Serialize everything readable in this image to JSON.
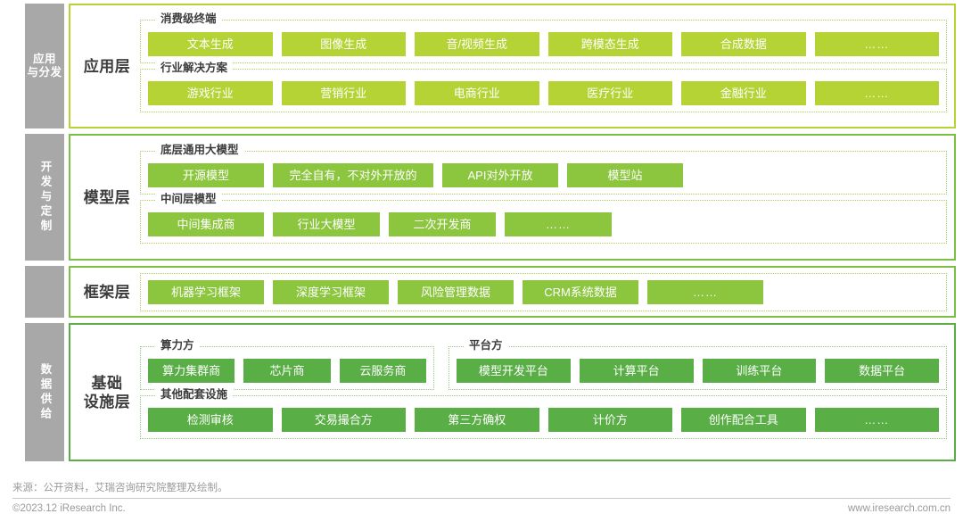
{
  "colors": {
    "light_green": "#b5d334",
    "mid_green": "#8cc63f",
    "dark_green": "#5aae46",
    "sidebar_gray": "#a8a8a8",
    "text_gray": "#3c3c3c",
    "footer_gray": "#9a9a9a"
  },
  "sidebar": {
    "items": [
      {
        "id": "application-distribution",
        "line1": "应用",
        "line2": "与分发"
      },
      {
        "id": "development-customization",
        "label": "开发与定制"
      },
      {
        "id": "data-supply",
        "label": "数据供给"
      }
    ]
  },
  "layers": {
    "application": {
      "title": "应用层",
      "groups": [
        {
          "id": "consumer-terminal",
          "label": "消费级终端",
          "items": [
            "文本生成",
            "图像生成",
            "音/视频生成",
            "跨模态生成",
            "合成数据",
            "……"
          ]
        },
        {
          "id": "industry-solution",
          "label": "行业解决方案",
          "items": [
            "游戏行业",
            "营销行业",
            "电商行业",
            "医疗行业",
            "金融行业",
            "……"
          ]
        }
      ]
    },
    "model": {
      "title": "模型层",
      "groups": [
        {
          "id": "foundation-model",
          "label": "底层通用大模型",
          "items": [
            "开源模型",
            "完全自有，不对外开放的",
            "API对外开放",
            "模型站"
          ]
        },
        {
          "id": "middle-layer-model",
          "label": "中间层模型",
          "items": [
            "中间集成商",
            "行业大模型",
            "二次开发商",
            "……"
          ]
        }
      ]
    },
    "framework": {
      "title": "框架层",
      "groups": [
        {
          "id": "framework-items",
          "label": "",
          "items": [
            "机器学习框架",
            "深度学习框架",
            "风险管理数据",
            "CRM系统数据",
            "……"
          ]
        }
      ]
    },
    "infrastructure": {
      "title_line1": "基础",
      "title_line2": "设施层",
      "groups": [
        {
          "id": "compute-provider",
          "label": "算力方",
          "items": [
            "算力集群商",
            "芯片商",
            "云服务商"
          ]
        },
        {
          "id": "platform-provider",
          "label": "平台方",
          "items": [
            "模型开发平台",
            "计算平台",
            "训练平台",
            "数据平台"
          ]
        },
        {
          "id": "other-facilities",
          "label": "其他配套设施",
          "items": [
            "检测审核",
            "交易撮合方",
            "第三方确权",
            "计价方",
            "创作配合工具",
            "……"
          ]
        }
      ]
    }
  },
  "footer": {
    "source": "来源：公开资料，艾瑞咨询研究院整理及绘制。",
    "copyright": "©2023.12 iResearch Inc.",
    "website": "www.iresearch.com.cn"
  }
}
